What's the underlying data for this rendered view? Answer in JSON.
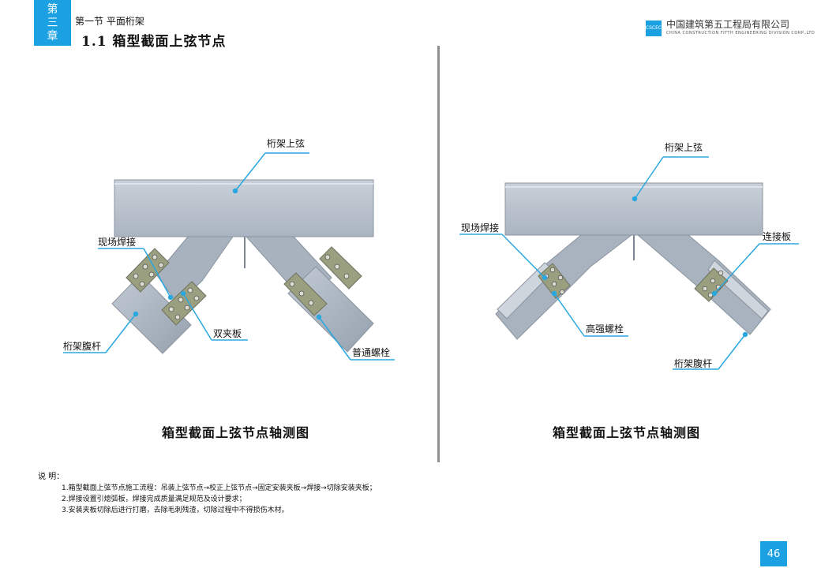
{
  "header": {
    "chapter_top": "第",
    "chapter_mid": "三",
    "chapter_bottom": "章",
    "section": "第一节  平面桁架",
    "title": "1.1  箱型截面上弦节点",
    "company_cn": "中国建筑第五工程局有限公司",
    "company_en": "CHINA CONSTRUCTION FIFTH ENGINEERING DIVISION CORP.,LTD",
    "logo_text": "CSCEC"
  },
  "figure_left": {
    "labels": {
      "top_chord": "桁架上弦",
      "field_weld": "现场焊接",
      "web_member": "桁架腹杆",
      "double_plate": "双夹板",
      "bolt": "普通螺栓"
    },
    "caption": "箱型截面上弦节点轴测图"
  },
  "figure_right": {
    "labels": {
      "top_chord": "桁架上弦",
      "field_weld": "现场焊接",
      "connect_plate": "连接板",
      "hs_bolt": "高强螺栓",
      "web_member": "桁架腹杆"
    },
    "caption": "箱型截面上弦节点轴测图"
  },
  "notes": {
    "head": "说  明：",
    "items": [
      "1.箱型截面上弦节点施工流程：吊装上弦节点→校正上弦节点→固定安装夹板→焊接→切除安装夹板；",
      "2.焊接设置引熄弧板，焊接完成质量满足规范及设计要求；",
      "3.安装夹板切除后进行打磨，去除毛刺残渣，切除过程中不得损伤木材。"
    ]
  },
  "page_number": "46",
  "colors": {
    "accent": "#1ba1e2",
    "steel": "#b8c1cc",
    "leader": "#2aa7df"
  }
}
